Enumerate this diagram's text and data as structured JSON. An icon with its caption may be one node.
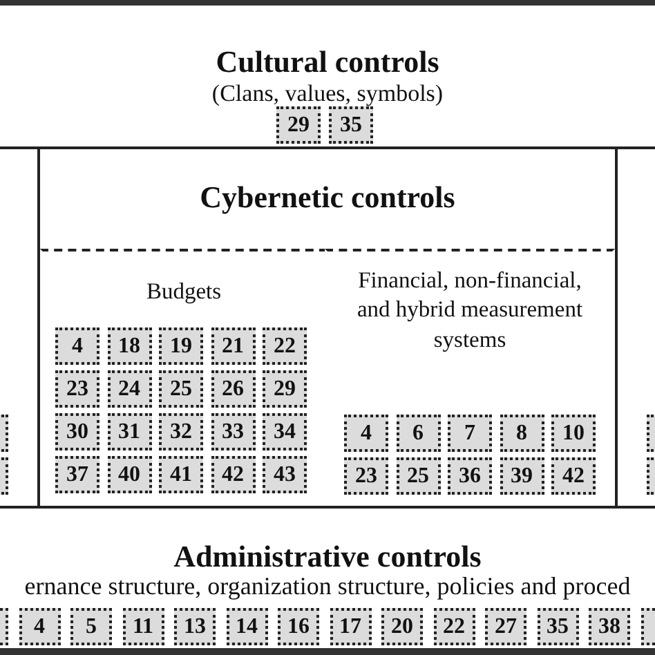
{
  "diagram": {
    "nodes": [
      {
        "text": [
          "Cultural controls",
          "(Clans, values, symbols)"
        ]
      },
      {
        "text": [
          "29"
        ],
        "in": 0
      },
      {
        "text": [
          "35"
        ],
        "in": 0
      },
      {
        "text": [],
        "shape": "box"
      },
      {
        "text": [],
        "shape": "box"
      },
      {
        "text": [
          "Cybernetic controls"
        ]
      },
      {
        "text": [
          "Budgets"
        ],
        "in": 5
      },
      {
        "text": [
          "4"
        ],
        "in": 6
      },
      {
        "text": [
          "18"
        ],
        "in": 6
      },
      {
        "text": [
          "19"
        ],
        "in": 6
      },
      {
        "text": [
          "21"
        ],
        "in": 6
      },
      {
        "text": [
          "22"
        ],
        "in": 6
      },
      {
        "text": [
          "23"
        ],
        "in": 6
      },
      {
        "text": [
          "24"
        ],
        "in": 6
      },
      {
        "text": [
          "25"
        ],
        "in": 6
      },
      {
        "text": [
          "26"
        ],
        "in": 6
      },
      {
        "text": [
          "29"
        ],
        "in": 6
      },
      {
        "text": [
          "30"
        ],
        "in": 6
      },
      {
        "text": [
          "31"
        ],
        "in": 6
      },
      {
        "text": [
          "32"
        ],
        "in": 6
      },
      {
        "text": [
          "33"
        ],
        "in": 6
      },
      {
        "text": [
          "34"
        ],
        "in": 6
      },
      {
        "text": [
          "37"
        ],
        "in": 6
      },
      {
        "text": [
          "40"
        ],
        "in": 6
      },
      {
        "text": [
          "41"
        ],
        "in": 6
      },
      {
        "text": [
          "42"
        ],
        "in": 6
      },
      {
        "text": [
          "43"
        ],
        "in": 6
      },
      {
        "text": [
          "Financial, non-financial, and hybrid measurement systems"
        ],
        "in": 5
      },
      {
        "text": [
          "4"
        ],
        "in": 27
      },
      {
        "text": [
          "6"
        ],
        "in": 27
      },
      {
        "text": [
          "7"
        ],
        "in": 27
      },
      {
        "text": [
          "8"
        ],
        "in": 27
      },
      {
        "text": [
          "10"
        ],
        "in": 27
      },
      {
        "text": [
          "23"
        ],
        "in": 27
      },
      {
        "text": [
          "25"
        ],
        "in": 27
      },
      {
        "text": [
          "36"
        ],
        "in": 27
      },
      {
        "text": [
          "39"
        ],
        "in": 27
      },
      {
        "text": [
          "42"
        ],
        "in": 27
      },
      {
        "text": [],
        "shape": "box"
      },
      {
        "text": [],
        "shape": "box"
      },
      {
        "text": [
          "Administrative controls",
          "ernance structure, organization structure, policies and proced"
        ]
      },
      {
        "text": [],
        "shape": "box"
      },
      {
        "text": [
          "4"
        ],
        "in": 40
      },
      {
        "text": [
          "5"
        ],
        "in": 40
      },
      {
        "text": [
          "11"
        ],
        "in": 40
      },
      {
        "text": [
          "13"
        ],
        "in": 40
      },
      {
        "text": [
          "14"
        ],
        "in": 40
      },
      {
        "text": [
          "16"
        ],
        "in": 40
      },
      {
        "text": [
          "17"
        ],
        "in": 40
      },
      {
        "text": [
          "20"
        ],
        "in": 40
      },
      {
        "text": [
          "22"
        ],
        "in": 40
      },
      {
        "text": [
          "27"
        ],
        "in": 40
      },
      {
        "text": [
          "35"
        ],
        "in": 40
      },
      {
        "text": [
          "38"
        ],
        "in": 40
      },
      {
        "text": [],
        "shape": "box"
      }
    ]
  }
}
